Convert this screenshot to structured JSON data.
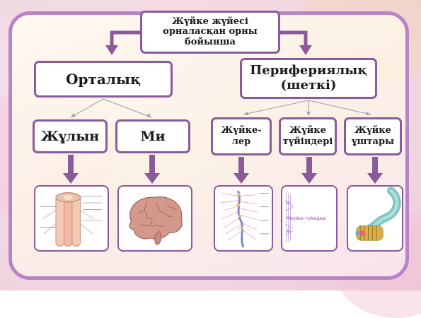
{
  "title": "Жүйке жүйесі\nорналасқан орны\nбойынша",
  "central": {
    "label": "Орталық",
    "children": [
      {
        "label": "Жұлын"
      },
      {
        "label": "Ми"
      }
    ]
  },
  "peripheral": {
    "label": "Перифериялық\n(шеткі)",
    "children": [
      {
        "label": "Жүйке-\nлер"
      },
      {
        "label": "Жүйке\nтүйіндері"
      },
      {
        "label": "Жүйке\nұштары"
      }
    ]
  },
  "images": {
    "ganglia_caption": "жүйке түйіндері"
  },
  "colors": {
    "frame": "#b784c7",
    "box_border": "#8b5a9b",
    "arrow": "#8b5a9b"
  }
}
